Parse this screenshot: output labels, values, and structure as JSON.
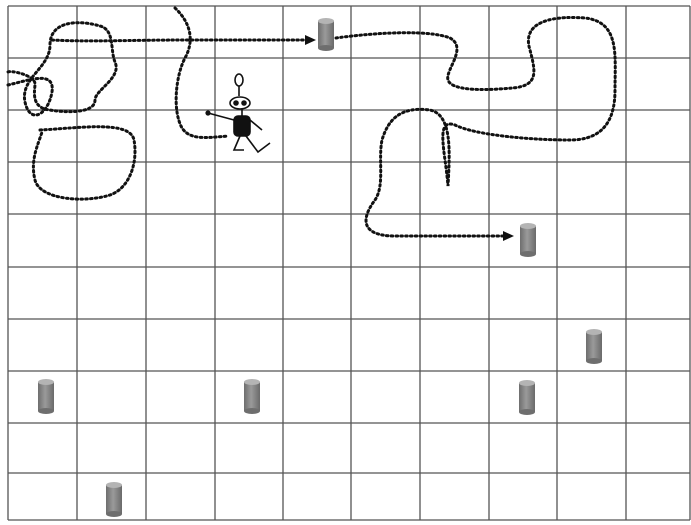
{
  "grid": {
    "columns": 10,
    "rows": 10,
    "line_color": "#555555",
    "background": "#ffffff"
  },
  "cylinders": {
    "body_color": "#8a8a8a",
    "shade_color": "#6e6e6e",
    "top_color": "#b4b4b4",
    "count": 7
  },
  "robot": {
    "icon": "stick-figure-robot-icon",
    "color": "#111111"
  },
  "path": {
    "style": "dotted",
    "color": "#111111",
    "arrowheads": 2
  }
}
